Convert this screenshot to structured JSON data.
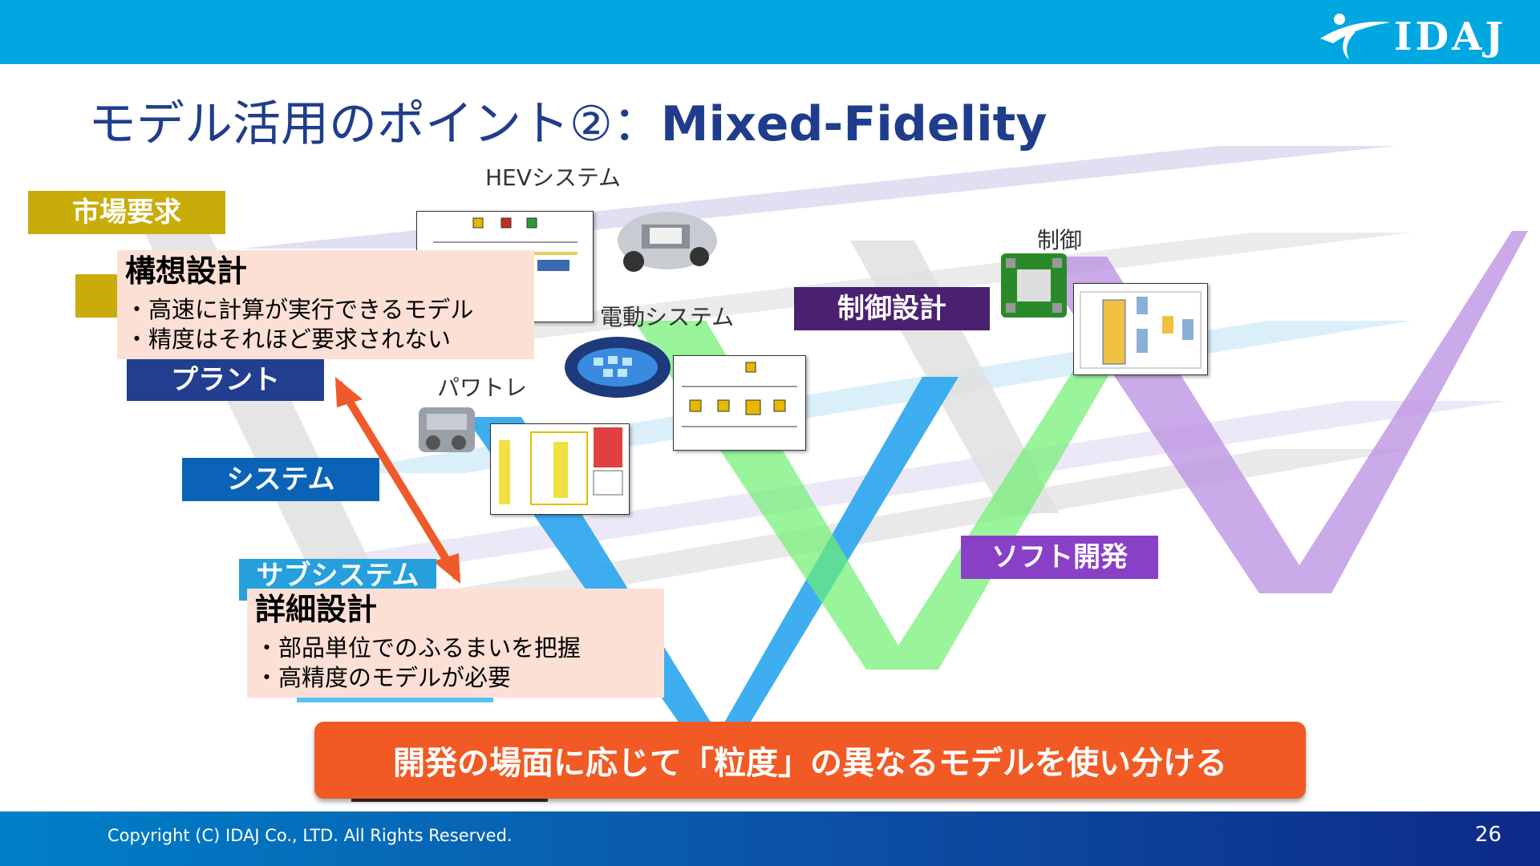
{
  "header": {
    "logo_text": "IDAJ",
    "logo_icon": "idaj-swoosh-logo-icon"
  },
  "slide": {
    "title_jp": "モデル活用のポイント②：",
    "title_en": "Mixed-Fidelity"
  },
  "v_labels": {
    "market": "市場要求",
    "plant": "プラント",
    "system": "システム",
    "subsystem": "サブシステム",
    "control_design": "制御設計",
    "software_dev": "ソフト開発"
  },
  "callouts": {
    "concept": {
      "heading": "構想設計",
      "lines": [
        "・高速に計算が実行できるモデル",
        "・精度はそれほど要求されない"
      ]
    },
    "detail": {
      "heading": "詳細設計",
      "lines": [
        "・部品単位でのふるまいを把握",
        "・高精度のモデルが必要"
      ]
    }
  },
  "captions": {
    "hev": "HEVシステム",
    "electric": "電動システム",
    "powertrain": "パワトレ",
    "control": "制御"
  },
  "icons": [
    "hev-car-icon",
    "electric-car-icon",
    "engine-icon",
    "control-board-icon",
    "double-arrow-icon"
  ],
  "colors": {
    "header": "#00a7e1",
    "title": "#1f3d8c",
    "market": "#c9ac0a",
    "plant": "#223e8f",
    "system": "#0b63b7",
    "subsystem": "#25a0dc",
    "control_design": "#4b2070",
    "software_dev": "#8a3fc7",
    "banner": "#f15a24",
    "arrow": "#ef5a2a",
    "callout_bg": "#fce0d6"
  },
  "banner": {
    "text": "開発の場面に応じて「粒度」の異なるモデルを使い分ける"
  },
  "footer": {
    "copyright": "Copyright (C) IDAJ Co., LTD. All Rights Reserved.",
    "page_number": "26"
  }
}
